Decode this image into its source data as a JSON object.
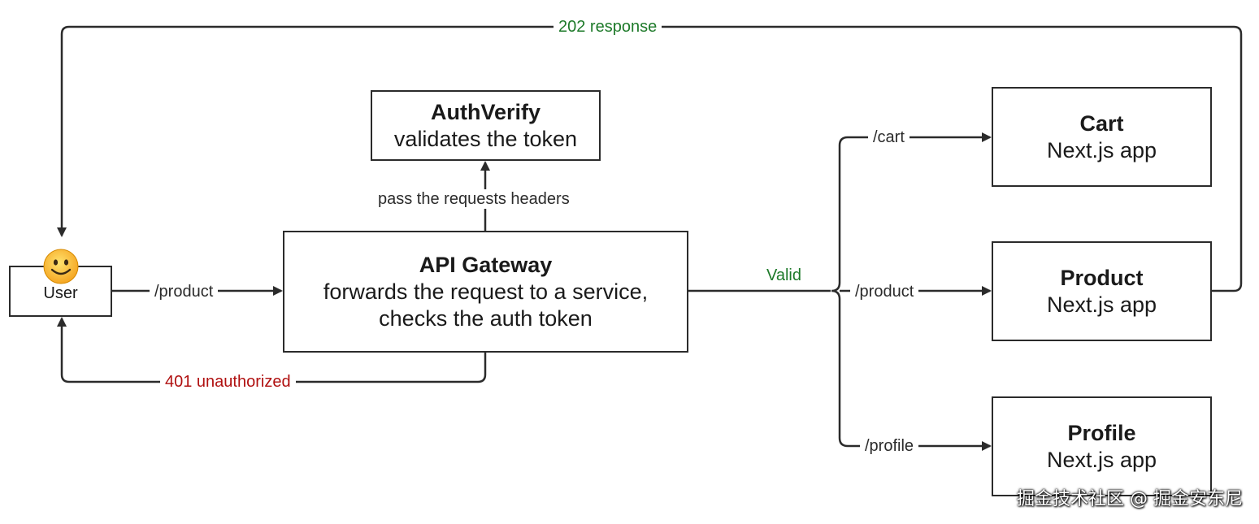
{
  "nodes": {
    "user": {
      "title": "User"
    },
    "auth": {
      "title": "AuthVerify",
      "sub": "validates the token"
    },
    "gateway": {
      "title": "API Gateway",
      "sub1": "forwards the request to a service,",
      "sub2": "checks the auth token"
    },
    "cart": {
      "title": "Cart",
      "sub": "Next.js app"
    },
    "product": {
      "title": "Product",
      "sub": "Next.js app"
    },
    "profile": {
      "title": "Profile",
      "sub": "Next.js app"
    }
  },
  "edges": {
    "response": "202 response",
    "user_to_gateway": "/product",
    "headers": "pass the requests headers",
    "unauthorized": "401 unauthorized",
    "valid": "Valid",
    "cart_route": "/cart",
    "product_route": "/product",
    "profile_route": "/profile"
  },
  "colors": {
    "line": "#2b2b2b",
    "success": "#1e7a2a",
    "error": "#b01010"
  },
  "watermark": "掘金技术社区 @ 掘金安东尼",
  "icons": {
    "user_avatar": "smiley-face-icon"
  }
}
